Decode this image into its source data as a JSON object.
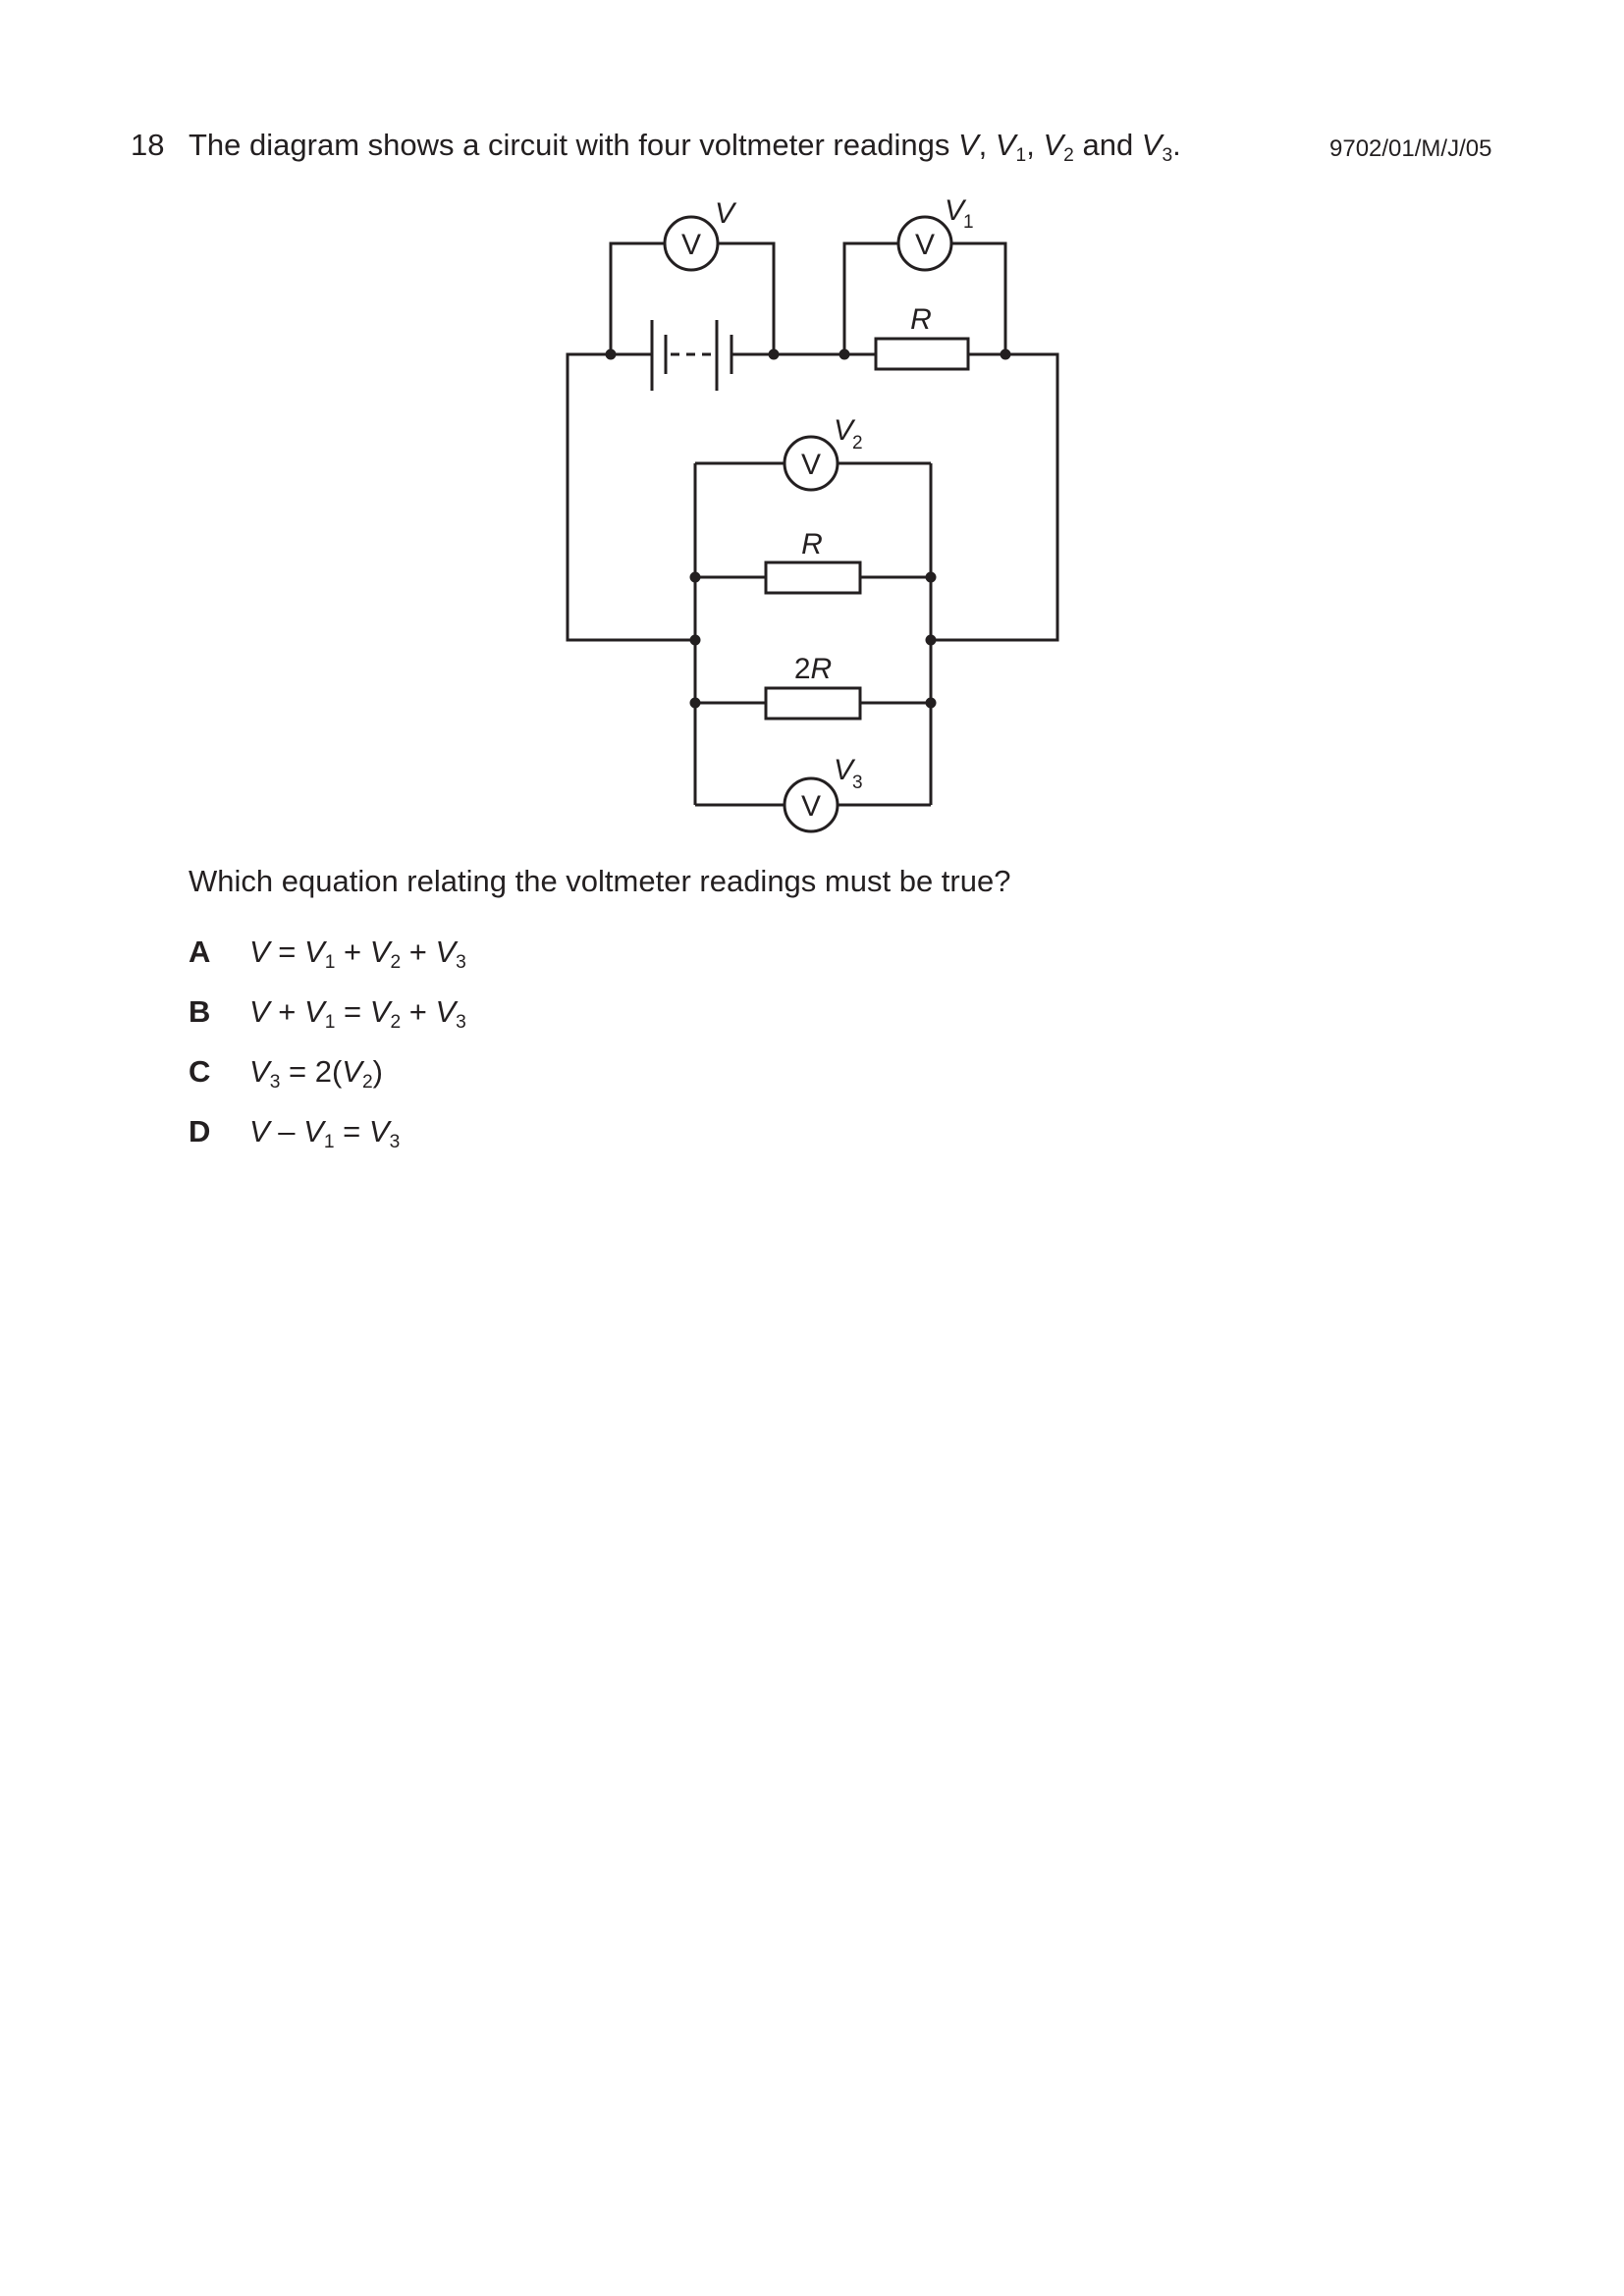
{
  "question": {
    "number": "18",
    "stem": {
      "intro": "The diagram shows a circuit with four voltmeter readings ",
      "v": "V",
      "sep1": ", ",
      "v1": "V",
      "v1_sub": "1",
      "sep2": ", ",
      "v2": "V",
      "v2_sub": "2",
      "and": " and ",
      "v3": "V",
      "v3_sub": "3",
      "end": "."
    },
    "paper_ref": "9702/01/M/J/05",
    "prompt": "Which equation relating the voltmeter readings must be true?"
  },
  "diagram": {
    "meter_symbol": "V",
    "labels": {
      "v": "V",
      "v1": "V",
      "v1_sub": "1",
      "v2": "V",
      "v2_sub": "2",
      "v3": "V",
      "v3_sub": "3",
      "r_top": "R",
      "r_mid": "R",
      "r2_num": "2",
      "r2_var": "R"
    }
  },
  "options": [
    {
      "letter": "A",
      "parts": [
        "V",
        " = ",
        "V",
        "1",
        " + ",
        "V",
        "2",
        " + ",
        "V",
        "3"
      ]
    },
    {
      "letter": "B",
      "parts": [
        "V",
        " + ",
        "V",
        "1",
        " = ",
        "V",
        "2",
        " + ",
        "V",
        "3"
      ]
    },
    {
      "letter": "C",
      "parts": [
        "V",
        "3",
        " = 2(",
        "V",
        "2",
        ")"
      ]
    },
    {
      "letter": "D",
      "parts": [
        "V",
        " – ",
        "V",
        "1",
        " = ",
        "V",
        "3"
      ]
    }
  ]
}
